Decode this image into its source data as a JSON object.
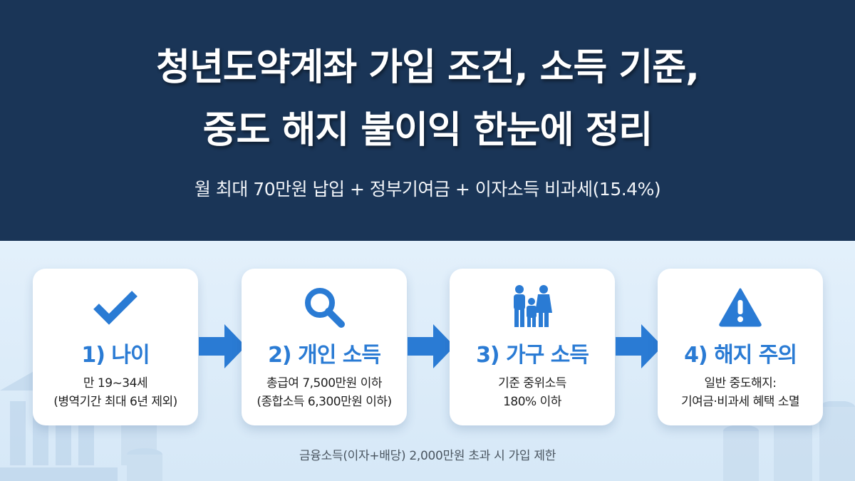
{
  "header": {
    "title_line1": "청년도약계좌 가입 조건, 소득 기준,",
    "title_line2": "중도 해지 불이익 한눈에 정리",
    "subtitle": "월 최대 70만원 납입 + 정부기여금 + 이자소득 비과세(15.4%)"
  },
  "steps": [
    {
      "icon": "checkmark-icon",
      "title": "1) 나이",
      "line1": "만 19~34세",
      "line2": "(병역기간 최대 6년 제외)"
    },
    {
      "icon": "magnifier-icon",
      "title": "2) 개인 소득",
      "line1": "총급여 7,500만원 이하",
      "line2": "(종합소득 6,300만원 이하)"
    },
    {
      "icon": "family-icon",
      "title": "3) 가구 소득",
      "line1": "기준 중위소득",
      "line2": "180% 이하"
    },
    {
      "icon": "warning-icon",
      "title": "4) 해지 주의",
      "line1": "일반 중도해지:",
      "line2": "기여금·비과세 혜택 소멸"
    }
  ],
  "footer": {
    "note": "금융소득(이자+배당) 2,000만원 초과 시 가입 제한"
  },
  "colors": {
    "header_bg": "#1a3557",
    "accent_blue": "#2a7bd4",
    "lower_bg": "#dcebf8",
    "card_bg": "#ffffff"
  }
}
